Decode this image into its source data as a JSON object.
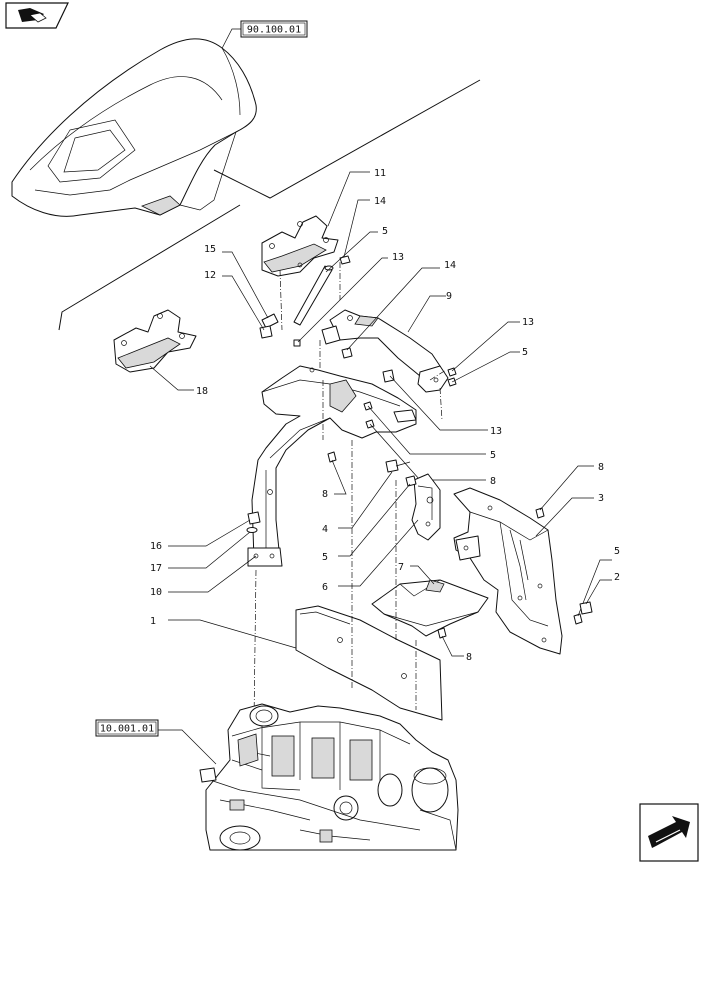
{
  "references": {
    "top": "90.100.01",
    "bottom": "10.001.01"
  },
  "callouts": [
    {
      "id": "c11",
      "label": "11"
    },
    {
      "id": "c14a",
      "label": "14"
    },
    {
      "id": "c5a",
      "label": "5"
    },
    {
      "id": "c13a",
      "label": "13"
    },
    {
      "id": "c15",
      "label": "15"
    },
    {
      "id": "c14b",
      "label": "14"
    },
    {
      "id": "c12",
      "label": "12"
    },
    {
      "id": "c9",
      "label": "9"
    },
    {
      "id": "c18",
      "label": "18"
    },
    {
      "id": "c13b",
      "label": "13"
    },
    {
      "id": "c5b",
      "label": "5"
    },
    {
      "id": "c13c",
      "label": "13"
    },
    {
      "id": "c5c",
      "label": "5"
    },
    {
      "id": "c8a",
      "label": "8"
    },
    {
      "id": "c8b",
      "label": "8"
    },
    {
      "id": "c8c",
      "label": "8"
    },
    {
      "id": "c3",
      "label": "3"
    },
    {
      "id": "c4",
      "label": "4"
    },
    {
      "id": "c16",
      "label": "16"
    },
    {
      "id": "c5d",
      "label": "5"
    },
    {
      "id": "c17",
      "label": "17"
    },
    {
      "id": "c5e",
      "label": "5"
    },
    {
      "id": "c6",
      "label": "6"
    },
    {
      "id": "c10",
      "label": "10"
    },
    {
      "id": "c2",
      "label": "2"
    },
    {
      "id": "c7",
      "label": "7"
    },
    {
      "id": "c1",
      "label": "1"
    },
    {
      "id": "c8d",
      "label": "8"
    }
  ],
  "icons": {
    "top_left": "book-navigation-icon",
    "bottom_right": "arrow-navigation-icon"
  }
}
